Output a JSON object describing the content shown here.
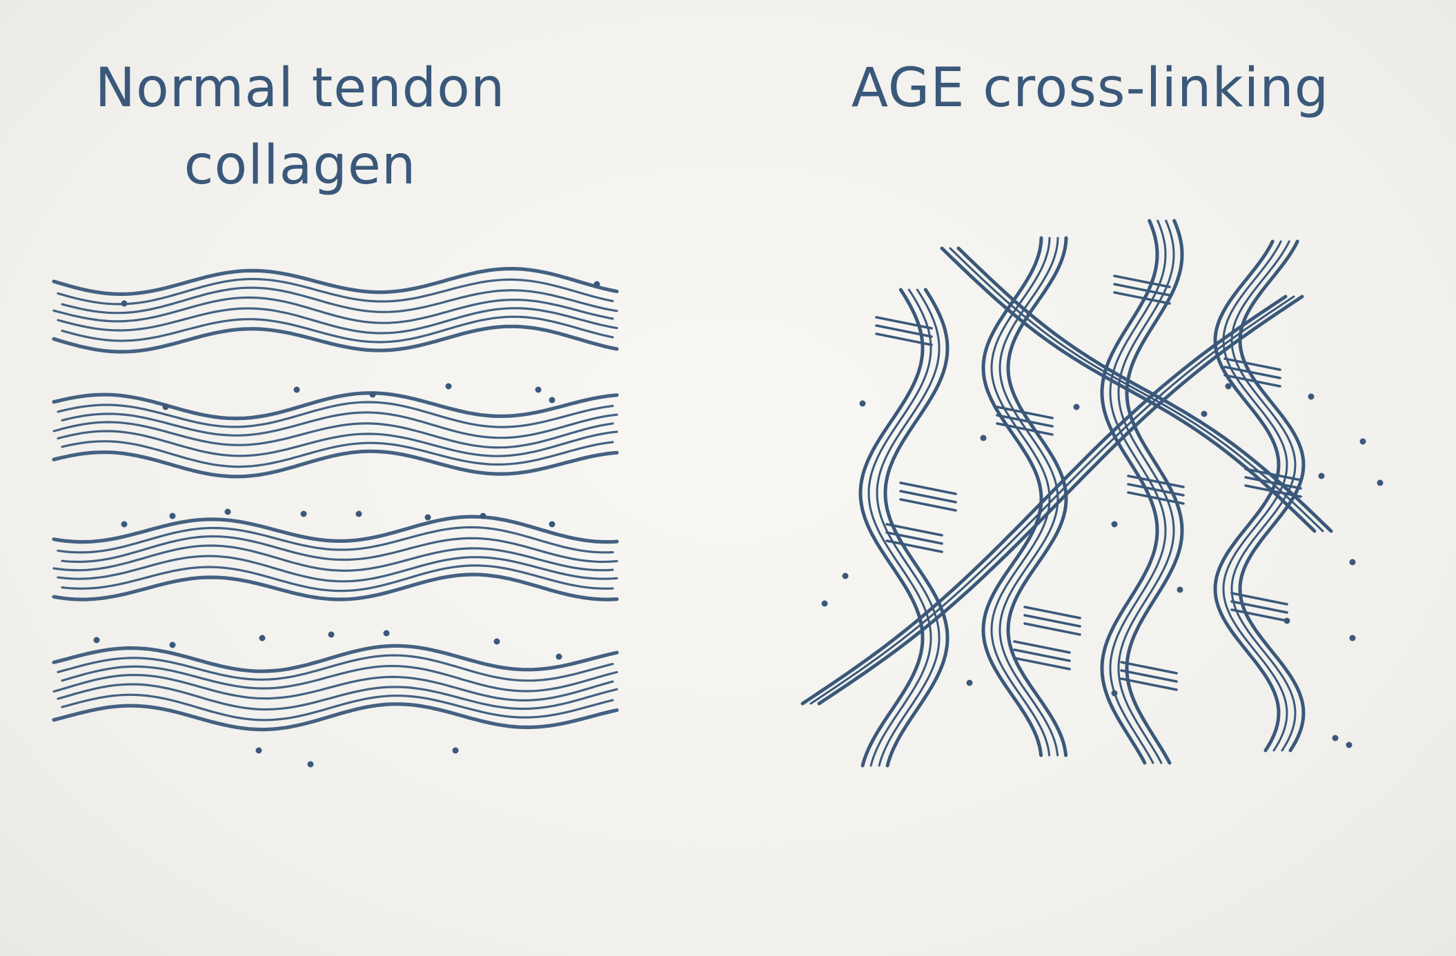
{
  "panels": {
    "left": {
      "title_line1": "Normal tendon",
      "title_line2": "collagen",
      "depiction": "wavy-parallel-fibers"
    },
    "right": {
      "title": "AGE cross-linking",
      "depiction": "tangled-cross-linked-fibers"
    }
  },
  "colors": {
    "ink": "#3a587a",
    "background": "#f3f2ef"
  }
}
